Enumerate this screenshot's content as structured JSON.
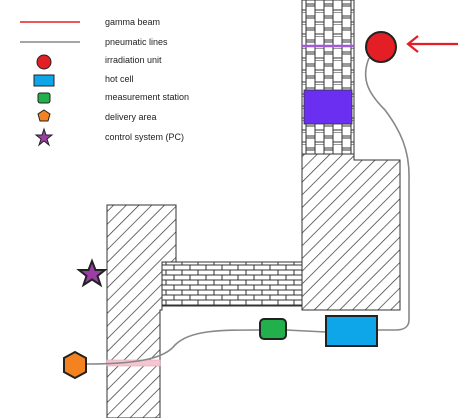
{
  "legend": {
    "items": [
      {
        "label": "gamma beam",
        "icon": "red-line-icon",
        "color": "#e31e24"
      },
      {
        "label": "pneumatic lines",
        "icon": "gray-line-icon",
        "color": "#888888"
      },
      {
        "label": "irradiation unit",
        "icon": "red-circle-icon",
        "color": "#e31e24"
      },
      {
        "label": "hot cell",
        "icon": "blue-rectangle-icon",
        "color": "#0ea5e9"
      },
      {
        "label": "measurement station",
        "icon": "green-rounded-square-icon",
        "color": "#22b04c"
      },
      {
        "label": "delivery area",
        "icon": "orange-pentagon-icon",
        "color": "#f58220"
      },
      {
        "label": "control system (PC)",
        "icon": "purple-star-icon",
        "color": "#9b3fa6"
      }
    ]
  },
  "colors": {
    "arrow": "#e31e24",
    "beam_block": "#6a2ff0",
    "hatch": "#333333",
    "pneumatic": "#888888",
    "gamma_beam_crossing": "#e8a3b4",
    "beam_crossing_top": "#a259d9"
  }
}
